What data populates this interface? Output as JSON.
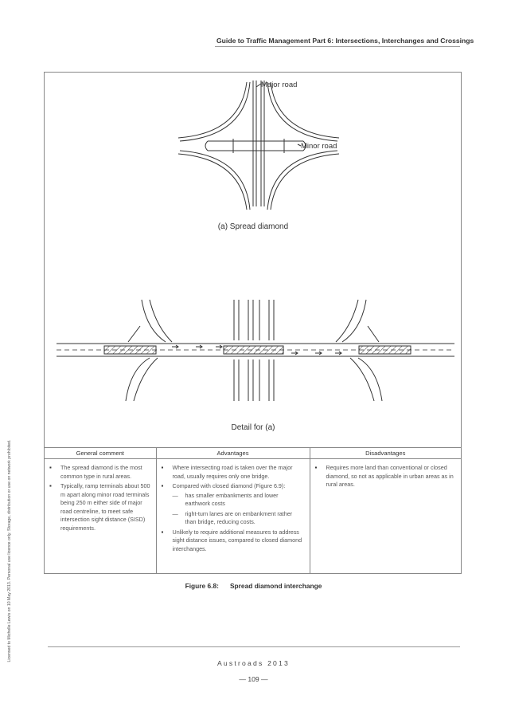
{
  "header": {
    "title": "Guide to Traffic Management Part 6: Intersections, Interchanges and Crossings"
  },
  "side_note": "Licensed to Michelle Lewis on 10 May 2013. Personal use licence only. Storage, distribution or use on network prohibited.",
  "figure": {
    "label_major_road": "Major road",
    "label_minor_road": "Minor road",
    "subcaption_a": "(a) Spread diamond",
    "detail_caption": "Detail for (a)",
    "number": "Figure 6.8:",
    "title": "Spread diamond interchange"
  },
  "table": {
    "headers": [
      "General comment",
      "Advantages",
      "Disadvantages"
    ],
    "general": [
      "The spread diamond is the most common type in rural areas.",
      "Typically, ramp terminals about 500 m apart along minor road terminals being 250 m either side of major road centreline, to meet safe intersection sight distance (SISD) requirements."
    ],
    "advantages": {
      "item1": "Where intersecting road is taken over the major road, usually requires only one bridge.",
      "item2": "Compared with closed diamond (Figure 6.9):",
      "item2_sub": [
        "has smaller embankments and lower earthwork costs",
        "right-turn lanes are on embankment rather than bridge, reducing costs."
      ],
      "item3": "Unlikely to require additional measures to address sight distance issues, compared to closed diamond interchanges."
    },
    "disadvantages": [
      "Requires more land than conventional or closed diamond, so not as applicable in urban areas as in rural areas."
    ]
  },
  "footer": {
    "publisher": "Austroads 2013",
    "page": "— 109 —"
  }
}
